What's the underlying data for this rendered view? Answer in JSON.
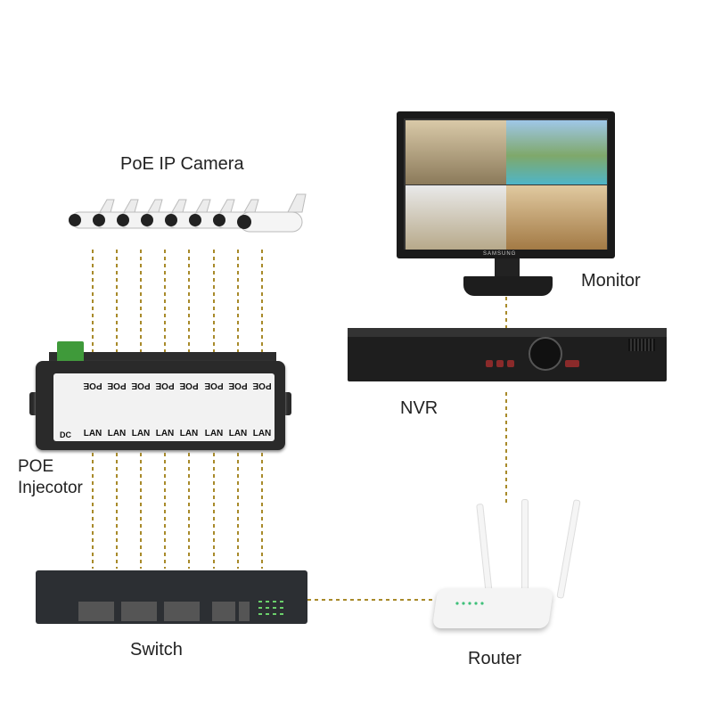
{
  "labels": {
    "camera": "PoE IP Camera",
    "monitor": "Monitor",
    "nvr": "NVR",
    "poe_line1": "POE",
    "poe_line2": "Injecotor",
    "switch": "Switch",
    "router": "Router"
  },
  "poe_injector": {
    "poe_port_label": "POE",
    "lan_port_label": "LAN",
    "dc_label": "DC",
    "ports": 8
  },
  "monitor": {
    "brand": "SAMSUNG"
  },
  "colors": {
    "wire": "#a88a2a",
    "device_dark": "#222222",
    "injector_terminal": "#3f9a3a"
  },
  "icons": [
    "camera-icon",
    "poe-injector-icon",
    "switch-icon",
    "nvr-icon",
    "monitor-icon",
    "router-icon"
  ]
}
